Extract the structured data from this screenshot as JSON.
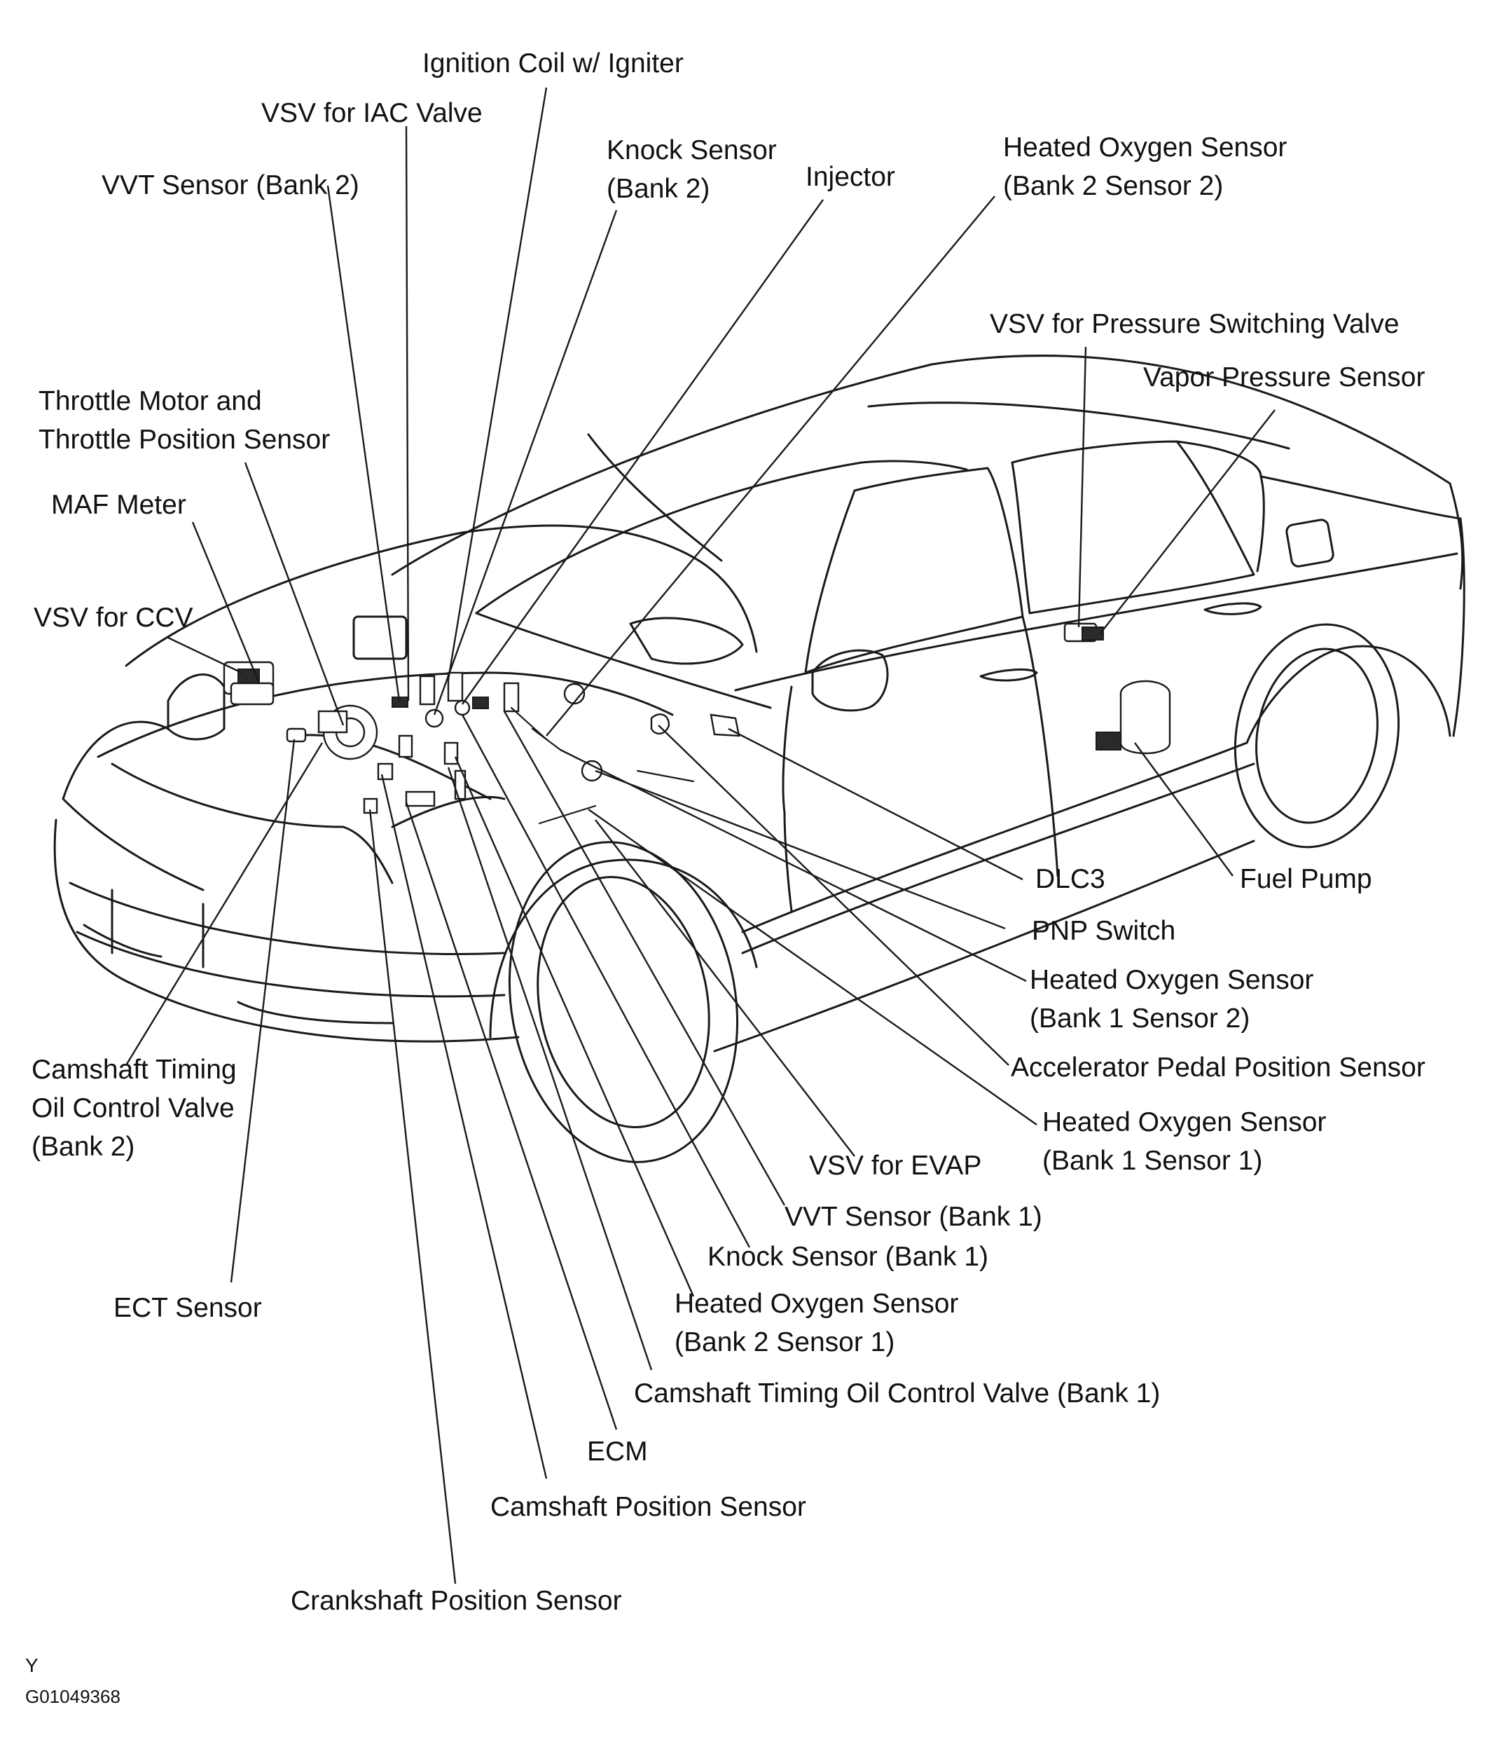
{
  "labels": {
    "ignition_coil": "Ignition Coil w/ Igniter",
    "vsv_iac": "VSV for IAC Valve",
    "knock_sensor_b2_l1": "Knock Sensor",
    "knock_sensor_b2_l2": "(Bank 2)",
    "vvt_sensor_b2": "VVT Sensor (Bank 2)",
    "injector": "Injector",
    "ho2s_b2s2_l1": "Heated Oxygen Sensor",
    "ho2s_b2s2_l2": "(Bank 2 Sensor 2)",
    "vsv_psv": "VSV for Pressure Switching Valve",
    "vapor_pressure": "Vapor Pressure Sensor",
    "throttle_l1": "Throttle Motor and",
    "throttle_l2": "Throttle Position Sensor",
    "maf_meter": "MAF Meter",
    "vsv_ccv": "VSV for CCV",
    "dlc3": "DLC3",
    "fuel_pump": "Fuel Pump",
    "pnp_switch": "PNP Switch",
    "ho2s_b1s2_l1": "Heated Oxygen Sensor",
    "ho2s_b1s2_l2": "(Bank 1 Sensor 2)",
    "accel_pedal": "Accelerator Pedal Position Sensor",
    "cam_ocv_b2_l1": "Camshaft Timing",
    "cam_ocv_b2_l2": "Oil Control Valve",
    "cam_ocv_b2_l3": "(Bank 2)",
    "ho2s_b1s1_l1": "Heated Oxygen Sensor",
    "ho2s_b1s1_l2": "(Bank 1 Sensor 1)",
    "vsv_evap": "VSV for EVAP",
    "vvt_sensor_b1": "VVT Sensor (Bank 1)",
    "knock_sensor_b1": "Knock Sensor (Bank 1)",
    "ect_sensor": "ECT Sensor",
    "ho2s_b2s1_l1": "Heated Oxygen Sensor",
    "ho2s_b2s1_l2": "(Bank 2 Sensor 1)",
    "cam_ocv_b1": "Camshaft Timing Oil Control Valve (Bank 1)",
    "ecm": "ECM",
    "cam_position": "Camshaft Position Sensor",
    "crank_position": "Crankshaft Position Sensor"
  },
  "figure": {
    "mark": "Y",
    "code": "G01049368"
  }
}
